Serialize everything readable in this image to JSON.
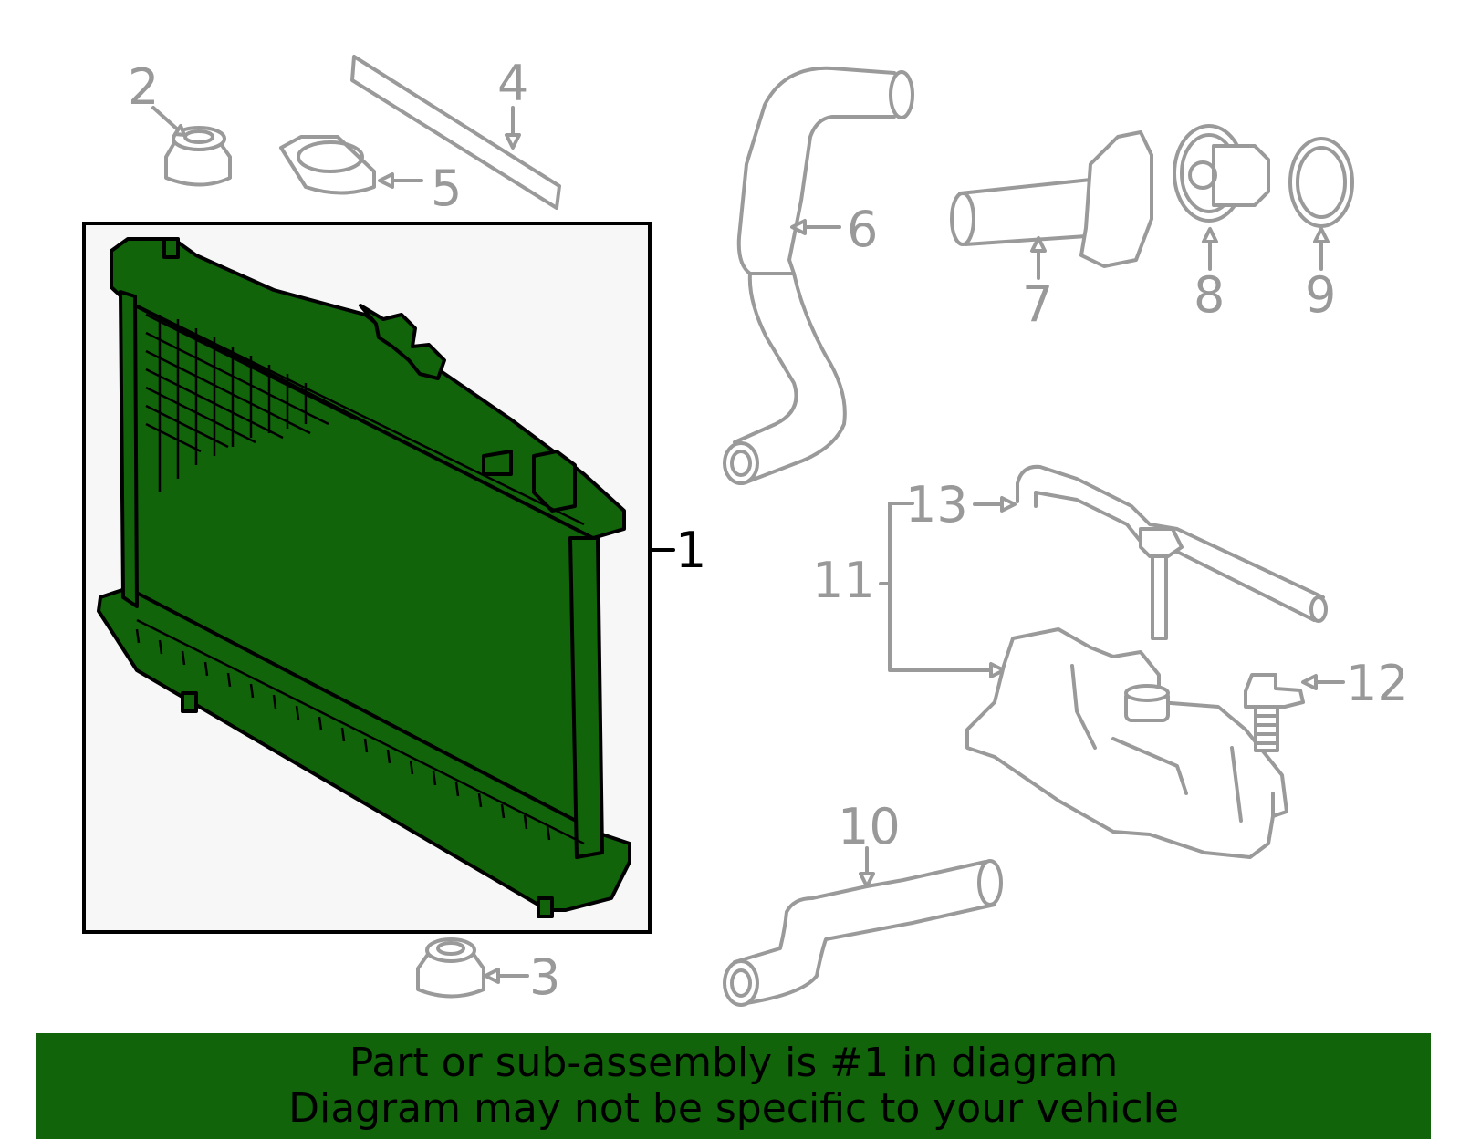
{
  "callouts": {
    "c1": "1",
    "c2": "2",
    "c3": "3",
    "c4": "4",
    "c5": "5",
    "c6": "6",
    "c7": "7",
    "c8": "8",
    "c9": "9",
    "c10": "10",
    "c11": "11",
    "c12": "12",
    "c13": "13"
  },
  "banner": {
    "line1": "Part or sub-assembly is #1 in diagram",
    "line2": "Diagram may not be specific to your vehicle"
  },
  "colors": {
    "highlight": "#11640a",
    "part_outline": "#9a9a9a",
    "panel_bg": "#f7f7f7"
  }
}
